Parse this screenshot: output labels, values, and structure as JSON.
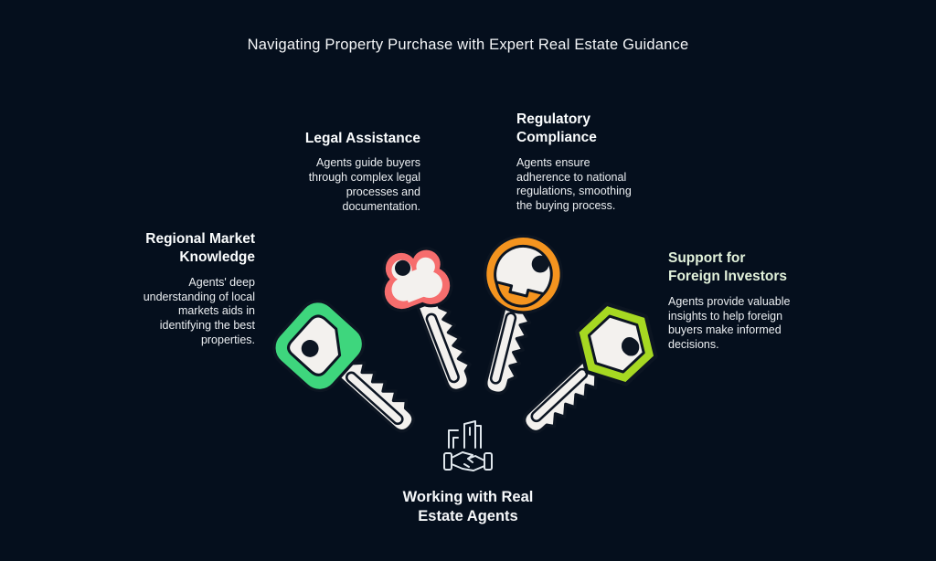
{
  "title": "Navigating Property Purchase with Expert Real Estate Guidance",
  "colors": {
    "background": "#050f1d",
    "outline": "#0c1522",
    "key_face": "#f3f1ee",
    "key_green": "#3ed67d",
    "key_coral": "#f66d6d",
    "key_orange": "#f4941f",
    "key_lime": "#a6d822",
    "support_heading": "#e2f2db"
  },
  "sections": {
    "legal": {
      "heading": "Legal Assistance",
      "body": "Agents guide buyers\nthrough complex legal\nprocesses and\ndocumentation."
    },
    "regulatory": {
      "heading": "Regulatory\nCompliance",
      "body": "Agents ensure\nadherence to national\nregulations, smoothing\nthe buying process."
    },
    "regional": {
      "heading": "Regional Market\nKnowledge",
      "body": "Agents' deep\nunderstanding of local\nmarkets aids in\nidentifying the best\nproperties."
    },
    "support": {
      "heading": "Support for\nForeign Investors",
      "body": "Agents provide valuable\ninsights to help foreign\nbuyers make informed\ndecisions."
    },
    "center": {
      "heading": "Working with Real\nEstate Agents"
    }
  },
  "icons": {
    "green_key": "key-regional",
    "coral_key": "key-legal",
    "orange_key": "key-regulatory",
    "lime_key": "key-support",
    "center": "buildings-handshake"
  }
}
